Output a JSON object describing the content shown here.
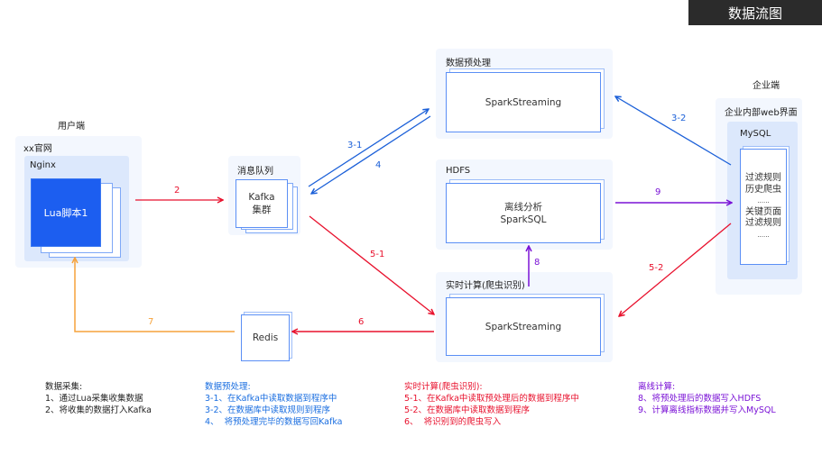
{
  "title": "数据流图",
  "user_side": {
    "heading": "用户端",
    "site_label": "xx官网",
    "nginx_label": "Nginx",
    "lua_label": "Lua脚本1"
  },
  "mq": {
    "heading": "消息队列",
    "kafka_line1": "Kafka",
    "kafka_line2": "集群"
  },
  "preprocess": {
    "heading": "数据预处理",
    "box_label": "SparkStreaming"
  },
  "hdfs": {
    "heading": "HDFS",
    "box_line1": "离线分析",
    "box_line2": "SparkSQL"
  },
  "realtime": {
    "heading": "实时计算(爬虫识别)",
    "box_label": "SparkStreaming"
  },
  "redis": {
    "label": "Redis"
  },
  "enterprise": {
    "heading": "企业端",
    "web_label": "企业内部web界面",
    "mysql_label": "MySQL",
    "mysql_lines": [
      "过滤规则",
      "历史爬虫",
      "......",
      "关键页面",
      "过滤规则",
      "......"
    ]
  },
  "arrows": {
    "a2": "2",
    "a3_1": "3-1",
    "a4": "4",
    "a3_2": "3-2",
    "a9": "9",
    "a8": "8",
    "a5_1": "5-1",
    "a5_2": "5-2",
    "a6": "6",
    "a7": "7"
  },
  "colors": {
    "red": "#e8112d",
    "blue": "#1a5fd8",
    "purple": "#7a12d6",
    "orange": "#f6a23a",
    "box_border": "#5b8ff5",
    "lua_fill": "#1c5ef0"
  },
  "notes": {
    "collection": {
      "title": "数据采集:",
      "items": [
        "1、通过Lua采集收集数据",
        "2、将收集的数据打入Kafka"
      ]
    },
    "preprocess": {
      "title": "数据预处理:",
      "items": [
        "3-1、在Kafka中读取数据到程序中",
        "3-2、在数据库中读取规则到程序",
        "4、  将预处理完毕的数据写回Kafka"
      ]
    },
    "realtime": {
      "title": "实时计算(爬虫识别):",
      "items": [
        "5-1、在Kafka中读取预处理后的数据到程序中",
        "5-2、在数据库中读取数据到程序",
        "6、  将识别到的爬虫写入"
      ]
    },
    "offline": {
      "title": "离线计算:",
      "items": [
        "8、将预处理后的数据写入HDFS",
        "9、计算离线指标数据并写入MySQL"
      ]
    }
  }
}
